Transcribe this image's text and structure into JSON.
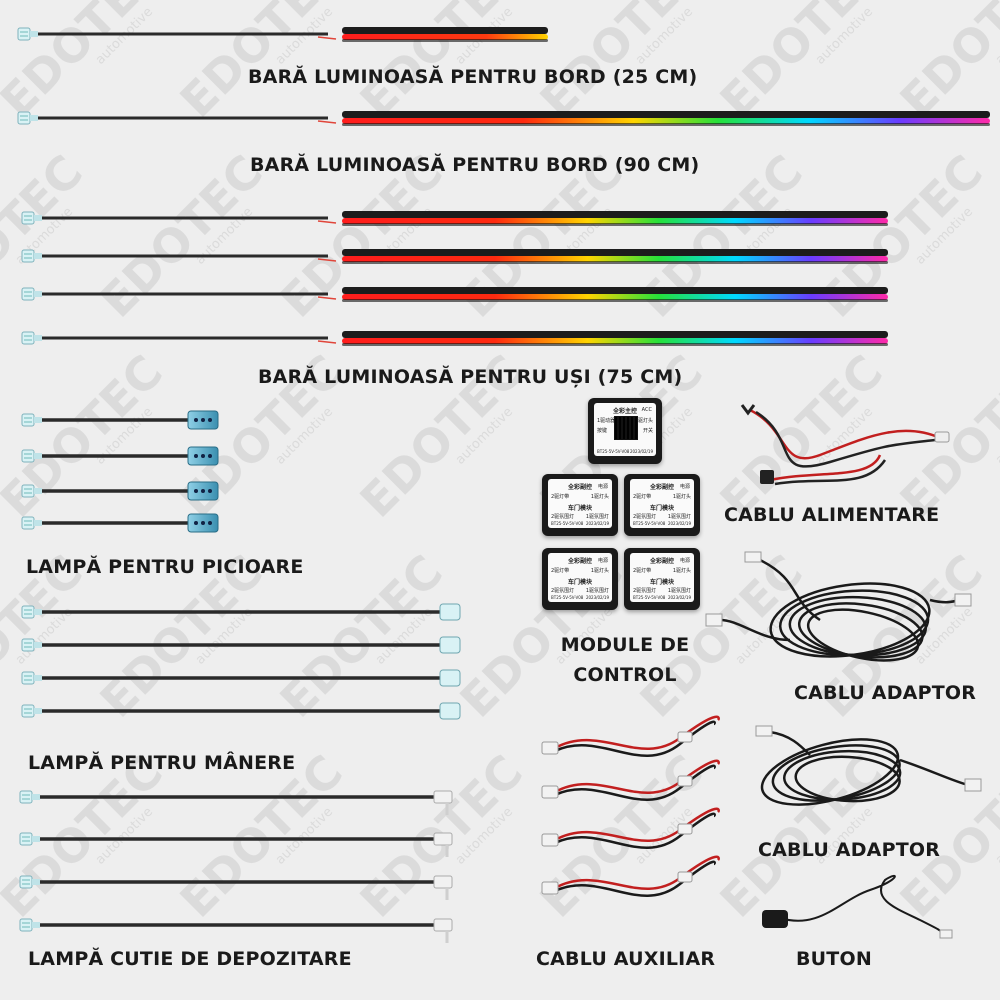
{
  "watermark": {
    "brand_prefix": "EDO",
    "brand_suffix": "TEC",
    "tagline": "automotive"
  },
  "labels": {
    "bar_25": "BARĂ LUMINOASĂ PENTRU BORD (25 CM)",
    "bar_90": "BARĂ LUMINOASĂ PENTRU BORD (90 CM)",
    "bar_doors": "BARĂ LUMINOASĂ PENTRU UȘI (75 CM)",
    "foot_lamp": "LAMPĂ PENTRU PICIOARE",
    "handle_lamp": "LAMPĂ PENTRU MÂNERE",
    "storage_lamp": "LAMPĂ CUTIE DE DEPOZITARE",
    "modules_line1": "MODULE DE",
    "modules_line2": "CONTROL",
    "power_cable": "CABLU ALIMENTARE",
    "adapter_cable_1": "CABLU ADAPTOR",
    "adapter_cable_2": "CABLU ADAPTOR",
    "aux_cable": "CABLU AUXILIAR",
    "button": "BUTON"
  },
  "modules": {
    "main": {
      "title": "全彩主控",
      "acc": "ACC",
      "left1": "1驱动器",
      "left2": "按键",
      "right1": "1驱灯头",
      "right2": "开关",
      "model": "BT25-5V-5V-V08",
      "date": "2023/02/19"
    },
    "sub": {
      "title": "全彩副控",
      "power": "电源",
      "row1_left": "2驱灯带",
      "row1_right": "1驱灯头",
      "name": "车门模块",
      "row2_left": "2驱氛围灯",
      "row2_right": "1驱氛围灯",
      "model": "BT25-5V-5V-V08",
      "date": "2023/02/19"
    }
  },
  "colors": {
    "background": "#eeeeee",
    "label": "#1a1a1a",
    "wire": "#2a2a2a",
    "watermark": "#cccccc",
    "watermark_accent": "#e2b5b5"
  }
}
